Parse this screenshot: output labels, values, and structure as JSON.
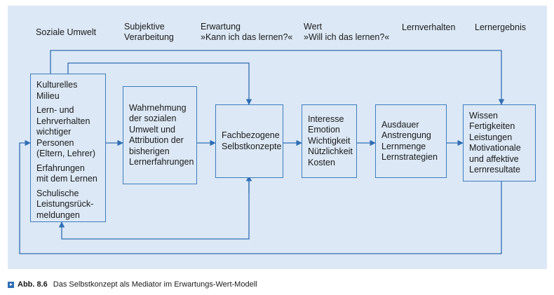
{
  "domain": "Diagram",
  "headers": {
    "soziale_umwelt": "Soziale Umwelt",
    "subjektive": "Subjektive\nVerarbeitung",
    "erwartung": "Erwartung\n»Kann ich das lernen?«",
    "wert": "Wert\n»Will ich das lernen?«",
    "lernverhalten": "Lernverhalten",
    "lernergebnis": "Lernergebnis"
  },
  "boxes": {
    "milieu": {
      "p1": "Kulturelles Milieu",
      "p2": "Lern- und\nLehrverhalten\nwichtiger\nPersonen\n(Eltern, Lehrer)",
      "p3": "Erfahrungen\nmit dem Lernen",
      "p4": "Schulische\nLeistungsrück-\nmeldungen"
    },
    "wahrnehmung": "Wahrnehmung\nder sozialen\nUmwelt und\nAttribution der\nbisherigen\nLernerfahrungen",
    "selbstkonzepte": "Fachbezogene\nSelbstkonzepte",
    "interesse": "Interesse\nEmotion\nWichtigkeit\nNützlichkeit\nKosten",
    "ausdauer": "Ausdauer\nAnstrengung\nLernmenge\nLernstrategien",
    "wissen": "Wissen\nFertigkeiten\nLeistungen\nMotivationale\nund affektive\nLernresultate"
  },
  "caption": {
    "label": "Abb. 8.6",
    "text": "Das Selbstkonzept als Mediator im Erwartungs-Wert-Modell"
  },
  "colors": {
    "panel": "#dce8f5",
    "line": "#2f6db5",
    "box_border": "#3b7dc0",
    "marker": "#2f6db5"
  }
}
